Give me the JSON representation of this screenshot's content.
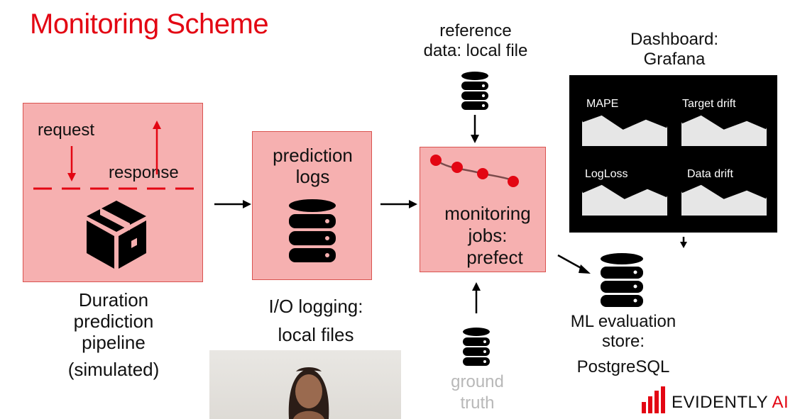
{
  "title": "Monitoring Scheme",
  "pipeline": {
    "request_label": "request",
    "response_label": "response",
    "caption": [
      "Duration",
      "prediction",
      "pipeline",
      "(simulated)"
    ],
    "icon": "package-box-icon"
  },
  "logs": {
    "label": [
      "prediction",
      "logs"
    ],
    "caption": [
      "I/O logging:",
      "local files"
    ],
    "icon": "database-icon"
  },
  "reference": {
    "caption": [
      "reference",
      "data: local file"
    ],
    "icon": "database-icon"
  },
  "monitoring": {
    "label": [
      "monitoring",
      "jobs:",
      "prefect"
    ]
  },
  "ground_truth": {
    "caption": [
      "ground",
      "truth"
    ],
    "icon": "database-icon"
  },
  "dashboard": {
    "caption": [
      "Dashboard:",
      "Grafana"
    ],
    "panels": [
      "MAPE",
      "Target drift",
      "LogLoss",
      "Data drift"
    ]
  },
  "store": {
    "caption": [
      "ML evaluation",
      "store:",
      "PostgreSQL"
    ],
    "icon": "database-icon"
  },
  "brand": {
    "name": "EVIDENTLY",
    "suffix": "AI"
  },
  "colors": {
    "accent": "#e30613",
    "box_fill": "#f6b0b0",
    "box_border": "#d9534f"
  }
}
